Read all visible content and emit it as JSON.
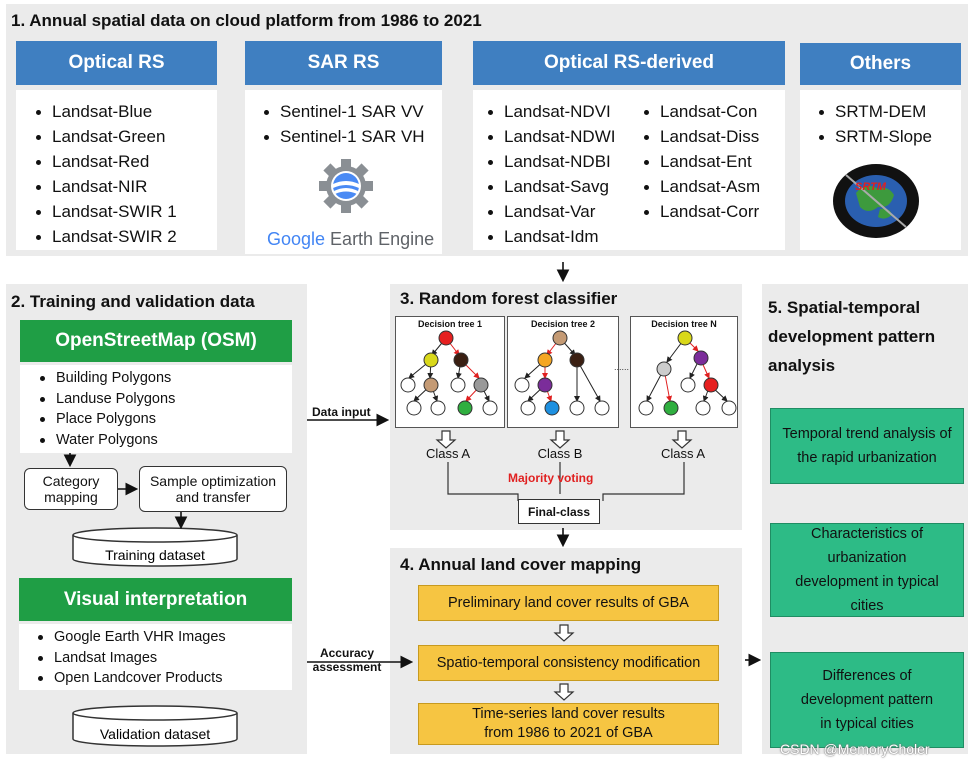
{
  "section1": {
    "title": "1. Annual spatial data on cloud platform from 1986 to 2021",
    "optical": {
      "header": "Optical RS",
      "items": [
        "Landsat-Blue",
        "Landsat-Green",
        "Landsat-Red",
        "Landsat-NIR",
        "Landsat-SWIR 1",
        "Landsat-SWIR 2"
      ]
    },
    "sar": {
      "header": "SAR RS",
      "items": [
        "Sentinel-1 SAR VV",
        "Sentinel-1 SAR VH"
      ],
      "logo": {
        "google": "Google",
        "earth_engine": " Earth Engine"
      }
    },
    "derived": {
      "header": "Optical RS-derived",
      "col1": [
        "Landsat-NDVI",
        "Landsat-NDWI",
        "Landsat-NDBI",
        "Landsat-Savg",
        "Landsat-Var",
        "Landsat-Idm"
      ],
      "col2": [
        "Landsat-Con",
        "Landsat-Diss",
        "Landsat-Ent",
        "Landsat-Asm",
        "Landsat-Corr"
      ]
    },
    "others": {
      "header": "Others",
      "items": [
        "SRTM-DEM",
        "SRTM-Slope"
      ],
      "badge": "SRTM"
    }
  },
  "section2": {
    "title": "2. Training and validation data",
    "osm_header": "OpenStreetMap (OSM)",
    "osm_items": [
      "Building Polygons",
      "Landuse Polygons",
      "Place Polygons",
      "Water Polygons"
    ],
    "category_mapping": "Category mapping",
    "sample_optimization": "Sample optimization and transfer",
    "training_dataset": "Training dataset",
    "visual_header": "Visual interpretation",
    "visual_items": [
      "Google Earth VHR Images",
      "Landsat Images",
      "Open Landcover Products"
    ],
    "validation_dataset": "Validation dataset"
  },
  "section3": {
    "title": "3. Random forest classifier",
    "trees": [
      {
        "title": "Decision tree 1",
        "class": "Class A"
      },
      {
        "title": "Decision tree 2",
        "class": "Class B"
      },
      {
        "title": "Decision tree N",
        "class": "Class A"
      }
    ],
    "ellipsis": "......",
    "majority_voting": "Majority voting",
    "final_class": "Final-class",
    "data_input": "Data input"
  },
  "section4": {
    "title": "4. Annual land cover mapping",
    "steps": [
      "Preliminary land cover results of GBA",
      "Spatio-temporal consistency modification",
      "Time-series land cover results from 1986 to 2021 of GBA"
    ],
    "accuracy": "Accuracy assessment"
  },
  "section5": {
    "title": "5. Spatial-temporal development pattern analysis",
    "boxes": [
      "Temporal trend analysis of the rapid urbanization",
      "Characteristics of urbanization development in typical cities",
      "Differences of development pattern in typical cities"
    ]
  },
  "watermark": "CSDN @MemoryCholer",
  "colors": {
    "blue": "#3f7fc1",
    "green": "#1f9e45",
    "yellow": "#f6c542",
    "teal": "#2dbb86",
    "red": "#e02020",
    "panel": "#ebebeb"
  }
}
